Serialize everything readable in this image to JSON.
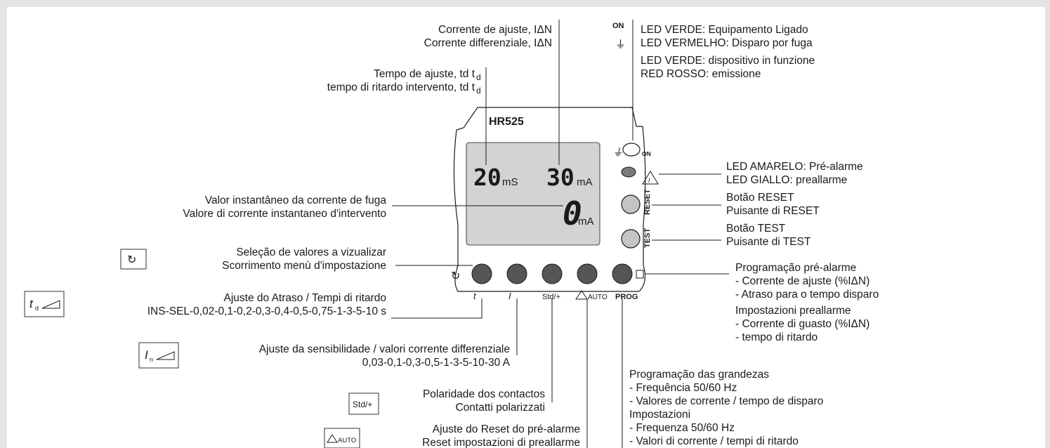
{
  "device": {
    "model": "HR525",
    "display": {
      "time_value": "20",
      "time_unit": "mS",
      "current_value": "30",
      "current_unit": "mA",
      "instant_value": "0",
      "instant_unit": "mA"
    },
    "led_on_label": "ON",
    "reset_label": "RESET",
    "test_label": "TEST",
    "button_labels": {
      "td": "t",
      "id": "I",
      "std": "Std/+",
      "auto": "AUTO",
      "prog": "PROG"
    }
  },
  "annotations": {
    "current_setting": [
      "Corrente de ajuste, IΔN",
      "Corrente differenziale, IΔN"
    ],
    "time_setting": [
      "Tempo de ajuste, td t",
      "tempo di ritardo intervento, td t"
    ],
    "time_subscript": "d",
    "led_on_symbol": "ON",
    "leds": [
      "LED VERDE: Equipamento Ligado",
      "LED VERMELHO: Disparo por fuga",
      "LED VERDE: dispositivo in funzione",
      "RED ROSSO: emissione"
    ],
    "instant_current": [
      "Valor instantâneo da corrente de fuga",
      "Valore di corrente instantaneo d'intervento"
    ],
    "yellow_led": [
      "LED AMARELO: Pré-alarme",
      "LED GIALLO: preallarme"
    ],
    "reset_button": [
      "Botão RESET",
      "Puisante di RESET"
    ],
    "test_button": [
      "Botão TEST",
      "Puisante di TEST"
    ],
    "scroll": [
      "Seleção de valores a vizualizar",
      "Scorrimento menù d'impostazione"
    ],
    "delay": [
      "Ajuste do Atraso / Tempi di ritardo",
      "INS-SEL-0,02-0,1-0,2-0,3-0,4-0,5-0,75-1-3-5-10 s"
    ],
    "prealarm_prog": [
      "Programação pré-alarme",
      "- Corrente de ajuste (%IΔN)",
      "- Atraso para o tempo disparo",
      "Impostazioni preallarme",
      "- Corrente di guasto (%IΔN)",
      "- tempo di ritardo"
    ],
    "sensitivity": [
      "Ajuste da sensibilidade / valori corrente differenziale",
      "0,03-0,1-0,3-0,5-1-3-5-10-30 A"
    ],
    "polarity": [
      "Polaridade dos contactos",
      "Contatti polarizzati"
    ],
    "prealarm_reset": [
      "Ajuste do Reset do pré-alarme",
      "Reset impostazioni di preallarme"
    ],
    "prog_quantities": [
      "Programação das grandezas",
      "- Frequência 50/60 Hz",
      "- Valores de corrente / tempo de disparo",
      "Impostazioni",
      "- Frequenza 50/60 Hz",
      "- Valori di corrente / tempi di ritardo"
    ]
  },
  "legend_icons": {
    "td_icon_text": "t",
    "td_icon_sub": "d",
    "in_icon_text": "I",
    "in_icon_sub": "n",
    "std_icon_text": "Std/+",
    "auto_icon_text": "AUTO"
  },
  "colors": {
    "frame": "#e4e4e4",
    "lcd": "#d3d3d3",
    "button_dark": "#555555",
    "button_light": "#c4c4c4",
    "led_dark": "#7a7a7a",
    "line": "#1a1a1a"
  }
}
